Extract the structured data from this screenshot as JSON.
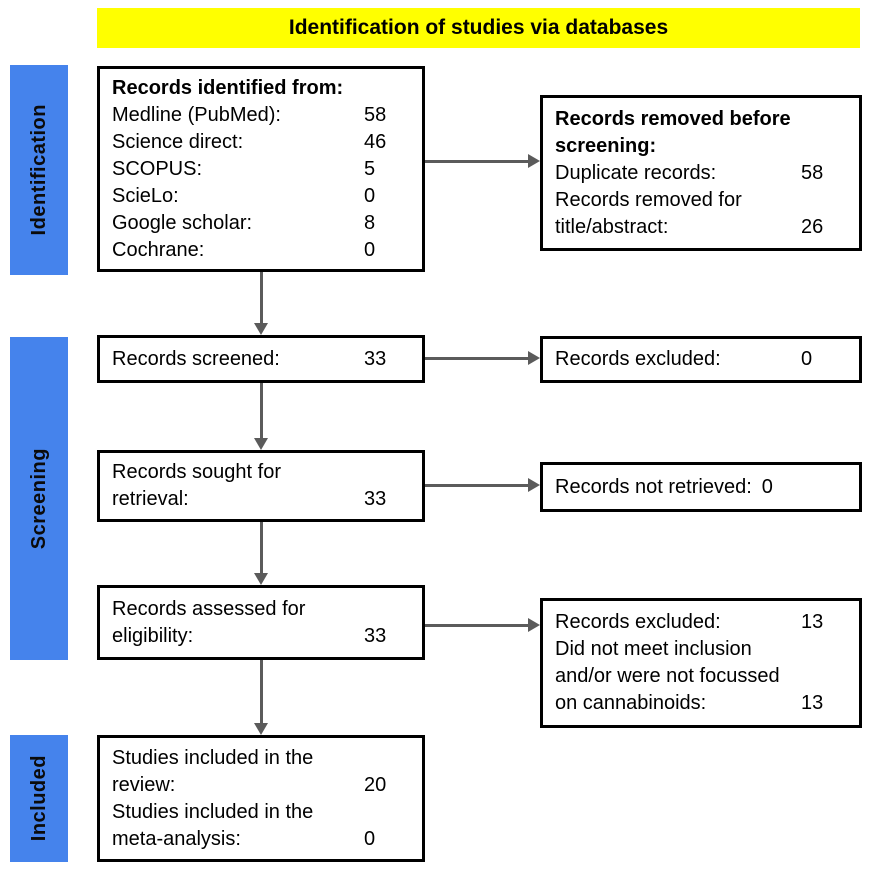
{
  "header": {
    "title": "Identification of studies via databases"
  },
  "stages": {
    "identification": "Identification",
    "screening": "Screening",
    "included": "Included"
  },
  "colors": {
    "header_bg": "#ffff00",
    "stage_bg": "#4583ec",
    "arrow": "#5b5b5b",
    "box_border": "#000000",
    "text": "#000000"
  },
  "boxes": {
    "records_identified": {
      "title": "Records identified from:",
      "rows": [
        {
          "label": "Medline (PubMed):",
          "value": "58"
        },
        {
          "label": "Science direct:",
          "value": "46"
        },
        {
          "label": "SCOPUS:",
          "value": "5"
        },
        {
          "label": "ScieLo:",
          "value": "0"
        },
        {
          "label": "Google scholar:",
          "value": "8"
        },
        {
          "label": "Cochrane:",
          "value": "0"
        }
      ]
    },
    "records_removed": {
      "title_lines": [
        "Records removed before",
        "screening:"
      ],
      "rows": [
        {
          "lines": [
            "Duplicate records:"
          ],
          "value": "58"
        },
        {
          "lines": [
            "Records removed for",
            "title/abstract:"
          ],
          "value": "26"
        }
      ]
    },
    "records_screened": {
      "label": "Records screened:",
      "value": "33"
    },
    "records_excluded_screening": {
      "label": "Records excluded:",
      "value": "0"
    },
    "records_sought": {
      "lines": [
        "Records sought for",
        "retrieval:"
      ],
      "value": "33"
    },
    "records_not_retrieved": {
      "label": "Records not retrieved:",
      "value": "0"
    },
    "records_assessed": {
      "lines": [
        "Records assessed for",
        "eligibility:"
      ],
      "value": "33"
    },
    "records_excluded_eligibility": {
      "rows": [
        {
          "lines": [
            "Records excluded:"
          ],
          "value": "13"
        },
        {
          "lines": [
            "Did not meet inclusion",
            "and/or were not focussed",
            "on cannabinoids:"
          ],
          "value": "13"
        }
      ]
    },
    "studies_included": {
      "rows": [
        {
          "lines": [
            "Studies included in the",
            "review:"
          ],
          "value": "20"
        },
        {
          "lines": [
            "Studies included in the",
            "meta-analysis:"
          ],
          "value": "0"
        }
      ]
    }
  }
}
